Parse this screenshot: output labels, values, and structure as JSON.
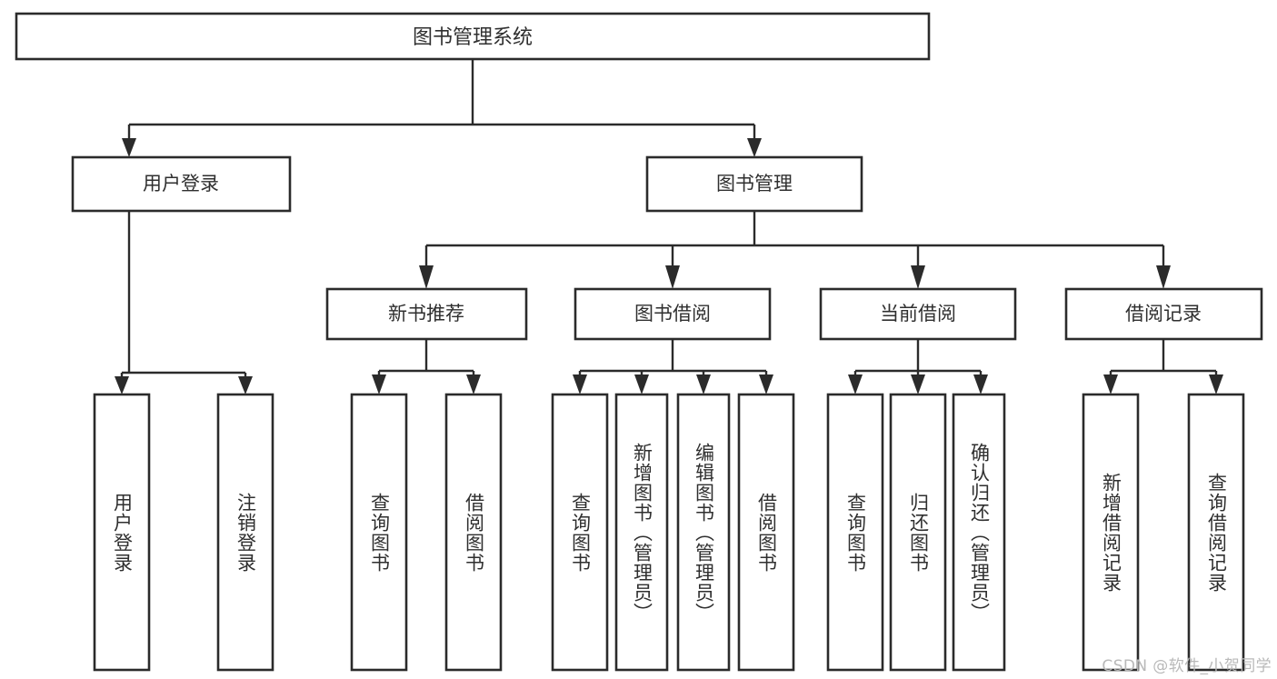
{
  "diagram": {
    "title": "图书管理系统",
    "type": "tree",
    "orientation": "top-down",
    "colors": {
      "stroke": "#2b2b2b",
      "fill": "#ffffff",
      "text": "#2f2f2f",
      "watermark": "#b9b9b9"
    },
    "nodes": {
      "root": {
        "label": "图书管理系统",
        "level": 0
      },
      "user_login": {
        "label": "用户登录",
        "level": 1
      },
      "book_manage": {
        "label": "图书管理",
        "level": 1
      },
      "new_book": {
        "label": "新书推荐",
        "level": 2
      },
      "book_borrow": {
        "label": "图书借阅",
        "level": 2
      },
      "current_borrow": {
        "label": "当前借阅",
        "level": 2
      },
      "borrow_record": {
        "label": "借阅记录",
        "level": 2
      },
      "leaf_1": {
        "label": "用户登录",
        "level": 3
      },
      "leaf_2": {
        "label": "注销登录",
        "level": 3
      },
      "leaf_3": {
        "label": "查询图书",
        "level": 3
      },
      "leaf_4": {
        "label": "借阅图书",
        "level": 3
      },
      "leaf_5": {
        "label": "查询图书",
        "level": 3
      },
      "leaf_6": {
        "label": "新增图书（管理员）",
        "level": 3
      },
      "leaf_7": {
        "label": "编辑图书（管理员）",
        "level": 3
      },
      "leaf_8": {
        "label": "借阅图书",
        "level": 3
      },
      "leaf_9": {
        "label": "查询图书",
        "level": 3
      },
      "leaf_10": {
        "label": "归还图书",
        "level": 3
      },
      "leaf_11": {
        "label": "确认归还（管理员）",
        "level": 3
      },
      "leaf_12": {
        "label": "新增借阅记录",
        "level": 3
      },
      "leaf_13": {
        "label": "查询借阅记录",
        "level": 3
      }
    },
    "edges": [
      {
        "from": "root",
        "to": "user_login"
      },
      {
        "from": "root",
        "to": "book_manage"
      },
      {
        "from": "user_login",
        "to": "leaf_1"
      },
      {
        "from": "user_login",
        "to": "leaf_2"
      },
      {
        "from": "book_manage",
        "to": "new_book"
      },
      {
        "from": "book_manage",
        "to": "book_borrow"
      },
      {
        "from": "book_manage",
        "to": "current_borrow"
      },
      {
        "from": "book_manage",
        "to": "borrow_record"
      },
      {
        "from": "new_book",
        "to": "leaf_3"
      },
      {
        "from": "new_book",
        "to": "leaf_4"
      },
      {
        "from": "book_borrow",
        "to": "leaf_5"
      },
      {
        "from": "book_borrow",
        "to": "leaf_6"
      },
      {
        "from": "book_borrow",
        "to": "leaf_7"
      },
      {
        "from": "book_borrow",
        "to": "leaf_8"
      },
      {
        "from": "current_borrow",
        "to": "leaf_9"
      },
      {
        "from": "current_borrow",
        "to": "leaf_10"
      },
      {
        "from": "current_borrow",
        "to": "leaf_11"
      },
      {
        "from": "borrow_record",
        "to": "leaf_12"
      },
      {
        "from": "borrow_record",
        "to": "leaf_13"
      }
    ]
  },
  "watermark": {
    "text": "CSDN @软件_小贺同学"
  }
}
